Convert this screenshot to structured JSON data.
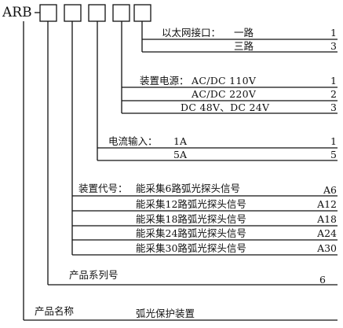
{
  "model_prefix": "ARB",
  "fields": {
    "interface": {
      "label": "以太网接口：",
      "options": [
        {
          "desc": "一路",
          "code": "1"
        },
        {
          "desc": "三路",
          "code": "3"
        }
      ]
    },
    "power": {
      "label": "装置电源：",
      "options": [
        {
          "desc": "AC/DC 110V",
          "code": "1"
        },
        {
          "desc": "AC/DC 220V",
          "code": "2"
        },
        {
          "desc": "DC 48V、DC 24V",
          "code": "3"
        }
      ]
    },
    "current": {
      "label": "电流输入：",
      "options": [
        {
          "desc": "1A",
          "code": "1"
        },
        {
          "desc": "5A",
          "code": "5"
        }
      ]
    },
    "device_code": {
      "label": "装置代号：",
      "options": [
        {
          "desc": "能采集6路弧光探头信号",
          "code": "A6"
        },
        {
          "desc": "能采集12路弧光探头信号",
          "code": "A12"
        },
        {
          "desc": "能采集18路弧光探头信号",
          "code": "A18"
        },
        {
          "desc": "能采集24路弧光探头信号",
          "code": "A24"
        },
        {
          "desc": "能采集30路弧光探头信号",
          "code": "A30"
        }
      ]
    },
    "series": {
      "label": "产品系列号",
      "code": "6"
    },
    "product": {
      "label": "产品名称",
      "value": "弧光保护装置"
    }
  }
}
